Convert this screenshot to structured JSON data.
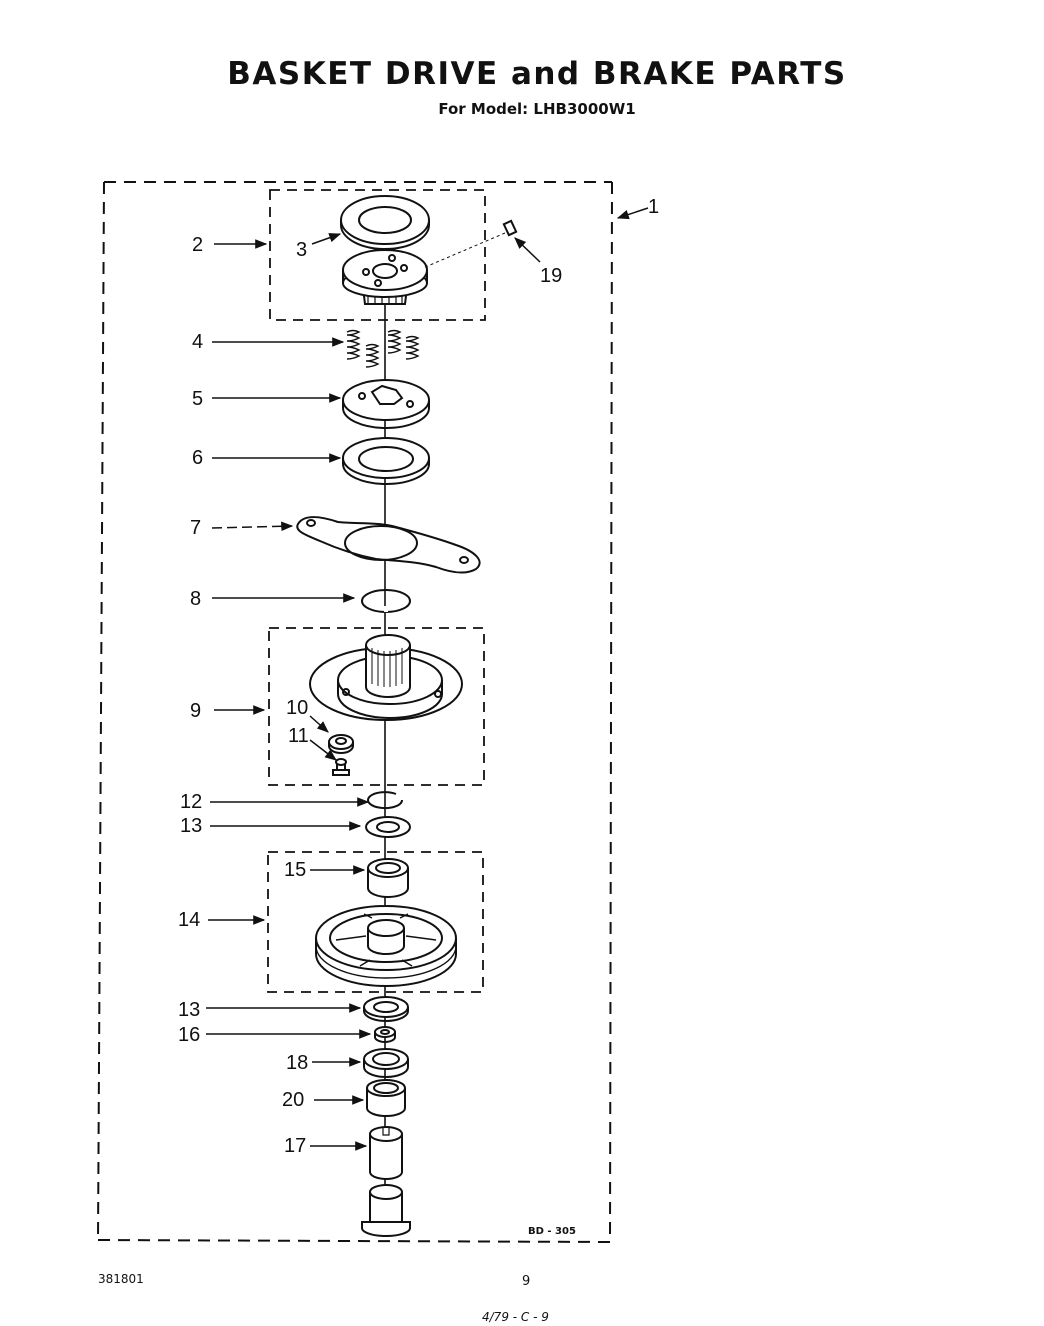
{
  "header": {
    "title": "BASKET DRIVE and BRAKE PARTS",
    "subtitle": "For Model: LHB3000W1"
  },
  "labels": {
    "p1": "1",
    "p2": "2",
    "p3": "3",
    "p4": "4",
    "p5": "5",
    "p6": "6",
    "p7": "7",
    "p8": "8",
    "p9": "9",
    "p10": "10",
    "p11": "11",
    "p12": "12",
    "p13a": "13",
    "p13b": "13",
    "p14": "14",
    "p15": "15",
    "p16": "16",
    "p17": "17",
    "p18": "18",
    "p19": "19",
    "p20": "20"
  },
  "footer": {
    "diagram_code": "BD - 305",
    "doc_number": "381801",
    "page_number": "9",
    "handwritten": "4/79 - C - 9"
  }
}
